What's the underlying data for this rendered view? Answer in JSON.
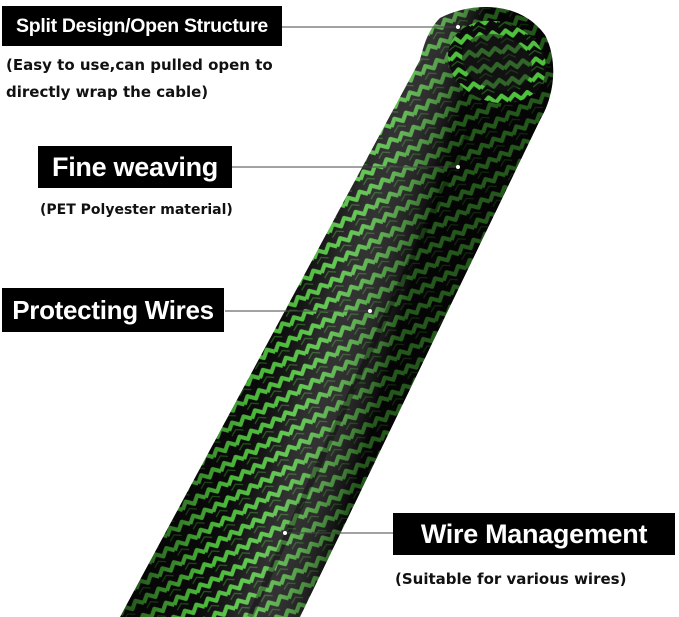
{
  "callouts": [
    {
      "title": "Split Design/Open Structure",
      "notes": [
        "(Easy to use,can pulled open to",
        "directly wrap the cable)"
      ]
    },
    {
      "title": "Fine weaving",
      "notes": [
        "(PET Polyester material)"
      ]
    },
    {
      "title": "Protecting Wires",
      "notes": []
    },
    {
      "title": "Wire Management",
      "notes": [
        "(Suitable for various wires)"
      ]
    }
  ],
  "colors": {
    "sleeve_green": "#4fc13d",
    "sleeve_black": "#0b0b0b",
    "label_background": "#000000",
    "label_text": "#ffffff"
  }
}
